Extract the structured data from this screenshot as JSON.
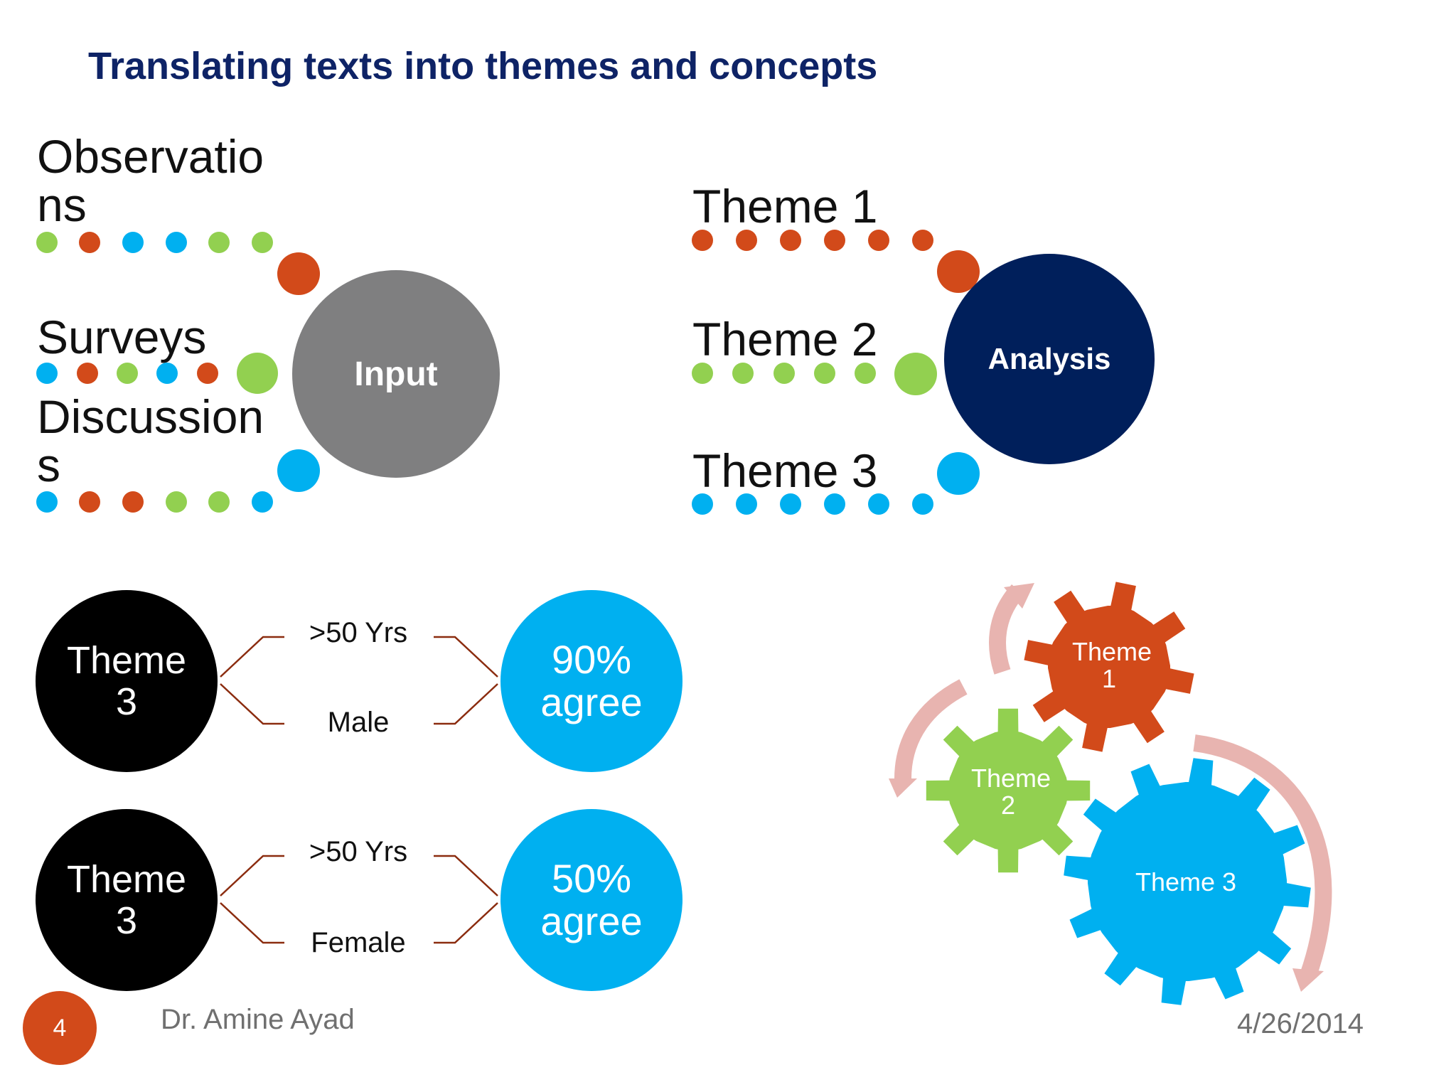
{
  "title": "Translating texts into themes and concepts",
  "colors": {
    "orange": "#d24a1a",
    "green": "#92d050",
    "blue": "#00b0f0",
    "gray": "#7f7f80",
    "navy": "#001f5b",
    "black": "#000000",
    "title": "#0e2366"
  },
  "input_diagram": {
    "sources": [
      {
        "label": "Observatio\nns"
      },
      {
        "label": "Surveys"
      },
      {
        "label": "Discussion\ns"
      }
    ],
    "hub_label": "Input"
  },
  "analysis_diagram": {
    "themes": [
      {
        "label": "Theme 1"
      },
      {
        "label": "Theme 2"
      },
      {
        "label": "Theme 3"
      }
    ],
    "hub_label": "Analysis"
  },
  "findings": [
    {
      "theme": "Theme 3",
      "branch_top": ">50 Yrs",
      "branch_bottom": "Male",
      "result": "90% agree"
    },
    {
      "theme": "Theme 3",
      "branch_top": ">50 Yrs",
      "branch_bottom": "Female",
      "result": "50% agree"
    }
  ],
  "gears": [
    {
      "label": "Theme 1"
    },
    {
      "label": "Theme 2"
    },
    {
      "label": "Theme 3"
    }
  ],
  "footer": {
    "slide_number": "4",
    "author": "Dr. Amine Ayad",
    "date": "4/26/2014"
  }
}
